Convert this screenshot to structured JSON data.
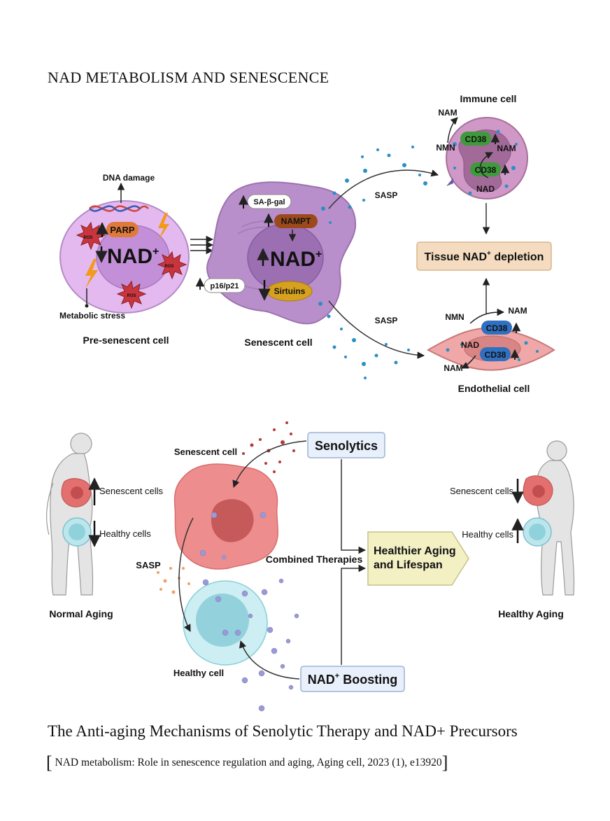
{
  "heading": "NAD METABOLISM AND SENESCENCE",
  "top_diagram": {
    "pre_senescent": {
      "title": "Pre-senescent cell",
      "dna_damage": "DNA damage",
      "metabolic_stress": "Metabolic stress",
      "parp": "PARP",
      "nad": "NAD",
      "nad_sup": "+",
      "ros": "ROS"
    },
    "senescent": {
      "title": "Senescent cell",
      "sa_beta_gal": "SA-β-gal",
      "nampt": "NAMPT",
      "nad": "NAD",
      "nad_sup": "+",
      "p16_p21": "p16/p21",
      "sirtuins": "Sirtuins"
    },
    "sasp": "SASP",
    "immune": {
      "title": "Immune cell",
      "nam": "NAM",
      "nmn": "NMN",
      "cd38": "CD38",
      "nad": "NAD"
    },
    "tissue_depletion": {
      "pre": "Tissue NAD",
      "sup": "+",
      "post": " depletion"
    },
    "endothelial": {
      "title": "Endothelial cell",
      "nam": "NAM",
      "nmn": "NMN",
      "cd38": "CD38",
      "nad": "NAD"
    }
  },
  "bottom_diagram": {
    "normal_aging": "Normal Aging",
    "healthy_aging": "Healthy Aging",
    "senescent_cells": "Senescent cells",
    "healthy_cells": "Healthy cells",
    "senescent_cell": "Senescent cell",
    "healthy_cell": "Healthy cell",
    "sasp": "SASP",
    "senolytics": "Senolytics",
    "nad_boosting": {
      "pre": "NAD",
      "sup": "+",
      "post": " Boosting"
    },
    "combined_therapies": "Combined Therapies",
    "outcome_line1": "Healthier Aging",
    "outcome_line2": "and Lifespan"
  },
  "caption": "The Anti-aging Mechanisms of Senolytic Therapy and NAD+ Precursors",
  "reference": {
    "open": "[",
    "text": " NAD metabolism: Role in senescence regulation and aging,   Aging cell, 2023 (1), e13920",
    "close": "]"
  },
  "colors": {
    "pre_senescent_cell": "#e3b9ef",
    "senescent_cell": "#b98fcb",
    "immune_cell": "#cf98c7",
    "endothelial_cell": "#f0a7a7",
    "cd38_green": "#3f9a3c",
    "cd38_blue": "#2f70c0",
    "parp_orange": "#e07a3a",
    "nampt_brown": "#9c4a1c",
    "sirtuins_gold": "#d6a11f",
    "ros_red": "#c9353d",
    "depletion_box": "#f5dcc0",
    "outcome_box": "#f3f0c4",
    "therapy_box": "#e8f0fb",
    "senescent_red": "#e46f6f",
    "healthy_teal": "#8fd2dc"
  }
}
